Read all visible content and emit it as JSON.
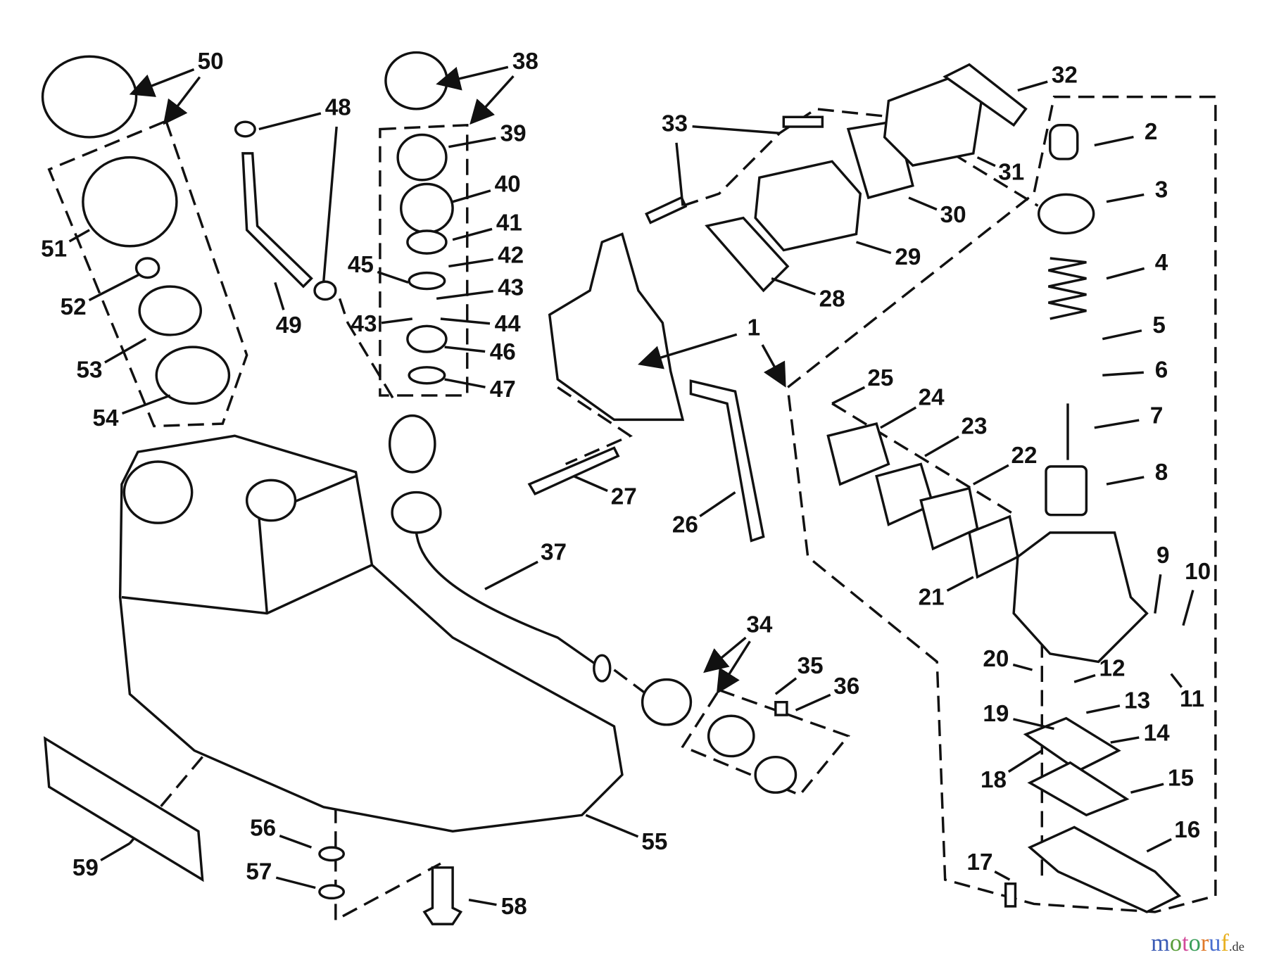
{
  "diagram": {
    "callouts": [
      "1",
      "2",
      "3",
      "4",
      "5",
      "6",
      "7",
      "8",
      "9",
      "10",
      "11",
      "12",
      "13",
      "14",
      "15",
      "16",
      "17",
      "18",
      "19",
      "20",
      "21",
      "22",
      "23",
      "24",
      "25",
      "26",
      "27",
      "28",
      "29",
      "30",
      "31",
      "32",
      "33",
      "34",
      "35",
      "36",
      "37",
      "38",
      "39",
      "40",
      "41",
      "42",
      "43",
      "43",
      "44",
      "45",
      "46",
      "47",
      "48",
      "49",
      "50",
      "51",
      "52",
      "53",
      "54",
      "55",
      "56",
      "57",
      "58",
      "59"
    ]
  },
  "watermark": {
    "main": "motoruf",
    "suffix": ".de",
    "colors": [
      "#3b5bb5",
      "#5a9e3a",
      "#d24a9a",
      "#3a9e5a",
      "#e0792a",
      "#4a6fd0",
      "#e8b020"
    ]
  }
}
